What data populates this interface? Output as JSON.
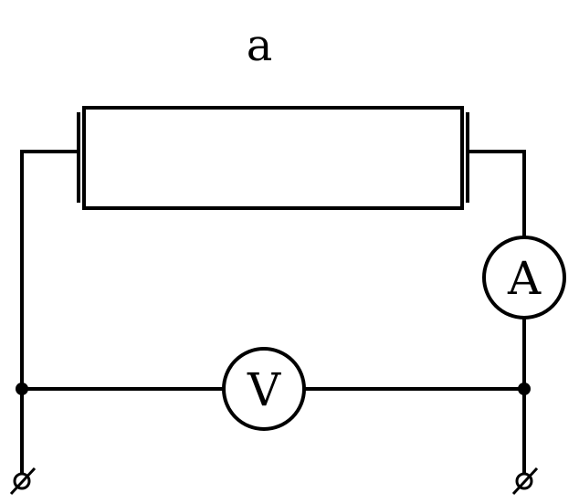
{
  "diagram": {
    "label": "a",
    "ammeter_symbol": "A",
    "voltmeter_symbol": "V"
  }
}
